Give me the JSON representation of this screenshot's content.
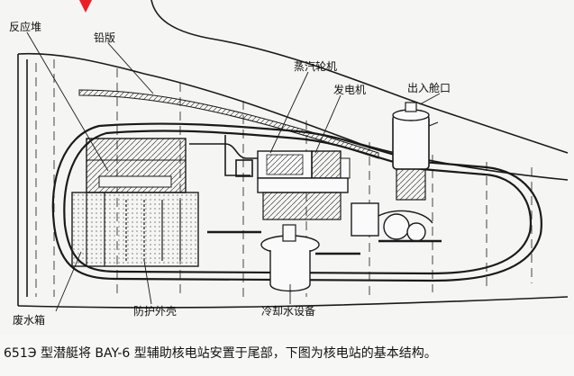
{
  "labels": {
    "reactor": "反应堆",
    "lead_plate": "铅版",
    "steam_turbine": "蒸汽轮机",
    "generator": "发电机",
    "exit_hatch": "出入舱口",
    "waste_water_tank": "废水箱",
    "protective_shell": "防护外壳",
    "cooling_water_unit": "冷却水设备"
  },
  "caption": "651Э 型潜艇将 BAY-6 型辅助核电站安置于尾部，下图为核电站的基本结构。",
  "colors": {
    "line": "#1a1a1a",
    "marker": "#e8202a",
    "background": "#f5f5f3"
  }
}
